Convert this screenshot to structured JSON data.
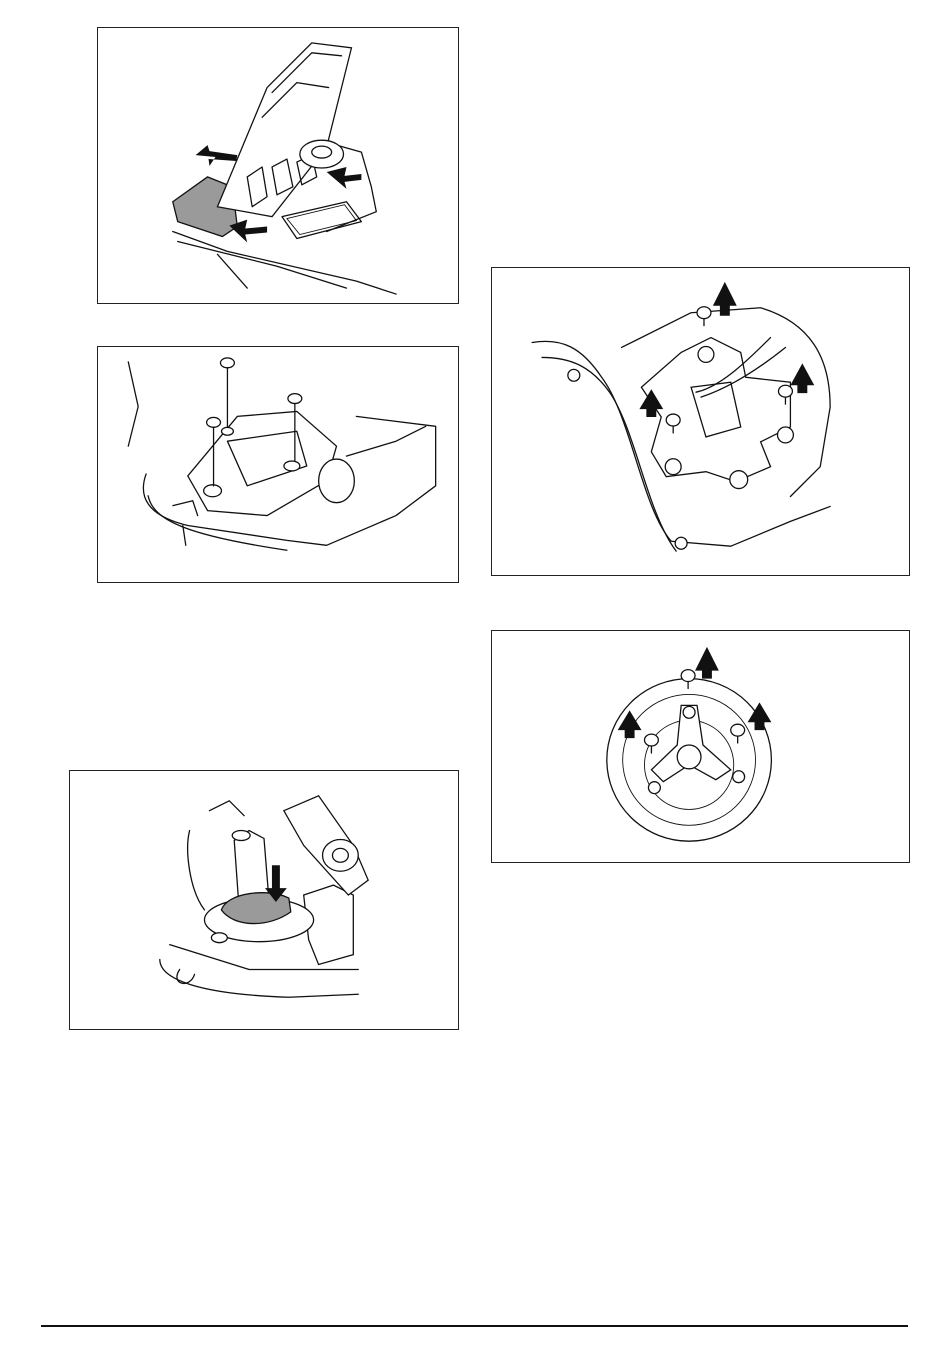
{
  "page": {
    "figures": [
      {
        "id": "fig-cover",
        "icon": "lifted-cover-with-push-arrows-icon"
      },
      {
        "id": "fig-screws-top",
        "icon": "bracket-screws-icon"
      },
      {
        "id": "fig-knob",
        "icon": "knob-press-down-icon"
      },
      {
        "id": "fig-motor-plate",
        "icon": "motor-plate-three-screws-icon"
      },
      {
        "id": "fig-round-motor",
        "icon": "round-motor-three-screws-icon"
      }
    ],
    "colors": {
      "line": "#111111",
      "shade": "#9a9a9a",
      "background": "#ffffff"
    }
  }
}
